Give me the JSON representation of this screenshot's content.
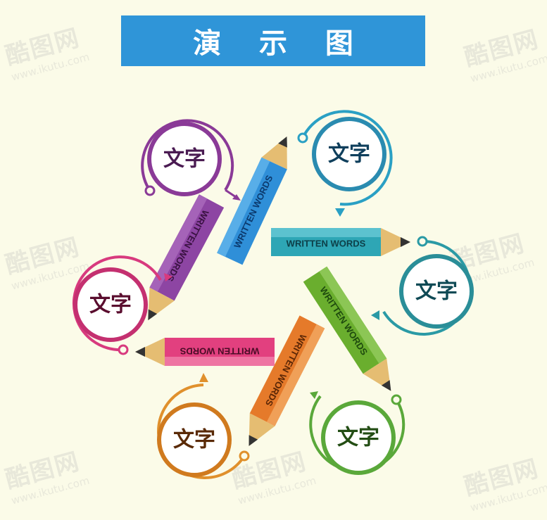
{
  "title": "演 示 图",
  "circle_label": "文字",
  "pencil_label": "WRITTEN WORDS",
  "watermark": {
    "brand": "酷图网",
    "url": "www.ikutu.com"
  },
  "colors": {
    "banner": "#2f95d8",
    "purple": "#8a3a97",
    "cyan": "#2aa0c4",
    "teal": "#2a9aa5",
    "green": "#5aa83a",
    "orange": "#e07a2c",
    "pink": "#d83a7e"
  }
}
